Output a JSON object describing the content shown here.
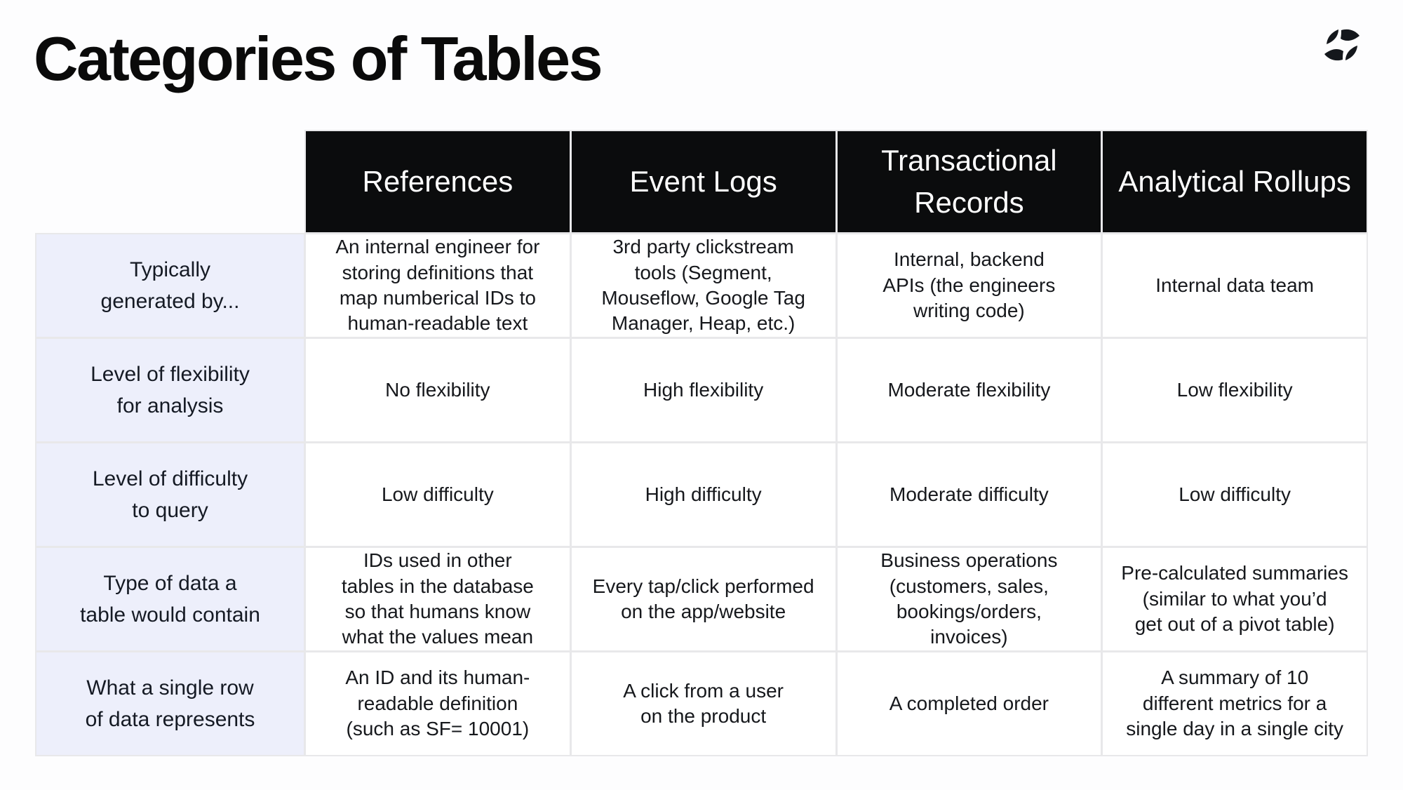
{
  "page": {
    "title": "Categories of Tables",
    "logo_icon": "ramp-mark"
  },
  "colors": {
    "page_bg": "#fdfdfe",
    "header_bg": "#0b0c0d",
    "header_text": "#ffffff",
    "row_label_bg": "#edeffb",
    "grid_line": "#e8e8ea",
    "body_text": "#16181c",
    "logo": "#14171c"
  },
  "table": {
    "columns": [
      "References",
      "Event Logs",
      "Transactional Records",
      "Analytical Rollups"
    ],
    "rows": [
      {
        "label": "Typically generated by...",
        "cells": [
          "An internal engineer for storing definitions that map numberical IDs to human-readable text",
          "3rd party clickstream tools (Segment, Mouseflow, Google Tag Manager, Heap, etc.)",
          "Internal, backend APIs (the engineers writing code)",
          "Internal data team"
        ]
      },
      {
        "label": "Level of flexibility for analysis",
        "cells": [
          "No flexibility",
          "High flexibility",
          "Moderate flexibility",
          "Low flexibility"
        ]
      },
      {
        "label": "Level of difficulty to query",
        "cells": [
          "Low difficulty",
          "High difficulty",
          "Moderate difficulty",
          "Low difficulty"
        ]
      },
      {
        "label": "Type of data a table would contain",
        "cells": [
          "IDs used in other tables in the database so that humans know what the values mean",
          "Every tap/click performed on the app/website",
          "Business operations (customers, sales, bookings/orders, invoices)",
          "Pre-calculated summaries (similar to what you’d get out of a pivot table)"
        ]
      },
      {
        "label": "What a single row of data represents",
        "cells": [
          "An ID and its human-readable definition (such as SF= 10001)",
          "A click from a user on the product",
          "A completed order",
          "A summary of 10 different metrics for a single day in a single city"
        ]
      }
    ]
  }
}
